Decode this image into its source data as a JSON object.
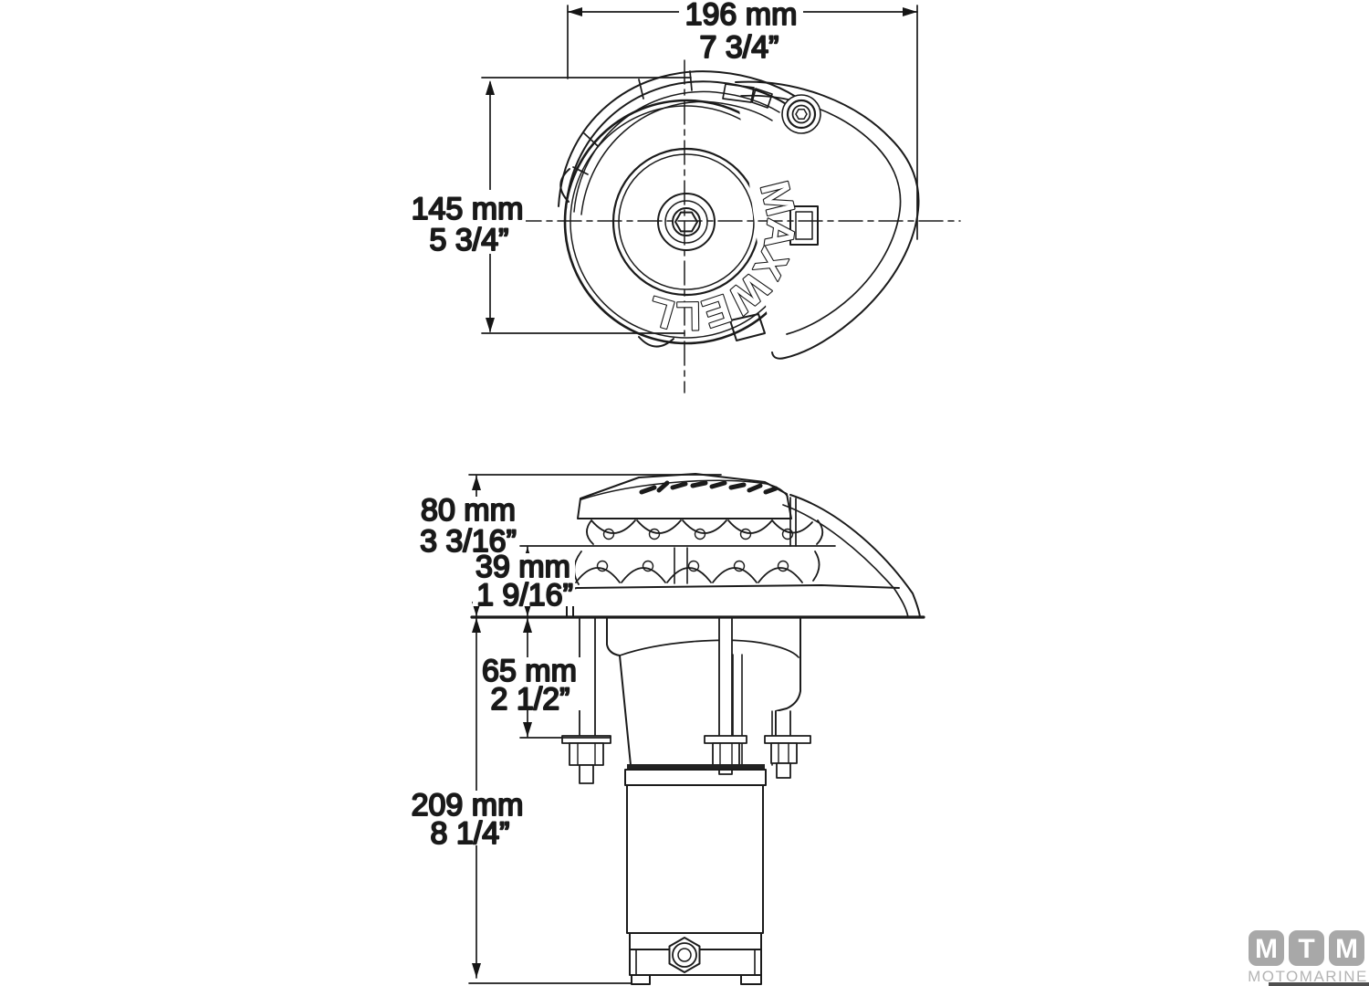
{
  "drawing": {
    "drum_brand": "MAXWELL",
    "dims": {
      "overall_width": {
        "mm": "196 mm",
        "in": "7 3/4”"
      },
      "overall_height": {
        "mm": "145 mm",
        "in": "5 3/4”"
      },
      "above_deck": {
        "mm": "80 mm",
        "in": "3 3/16”"
      },
      "gypsy_height": {
        "mm": "39 mm",
        "in": "1 9/16”"
      },
      "stud_length": {
        "mm": "65 mm",
        "in": "2 1/2”"
      },
      "below_deck": {
        "mm": "209 mm",
        "in": "8 1/4”"
      }
    }
  },
  "logo": {
    "letters": [
      "M",
      "T",
      "M"
    ],
    "subtitle": "MOTOMARINE",
    "tile_color": "#a8a8a8",
    "letter_color": "#ffffff",
    "subtitle_color": "#b4b4b4",
    "bar_color": "#4f4f4f"
  },
  "colors": {
    "line": "#1b1b1b",
    "background": "#ffffff"
  }
}
